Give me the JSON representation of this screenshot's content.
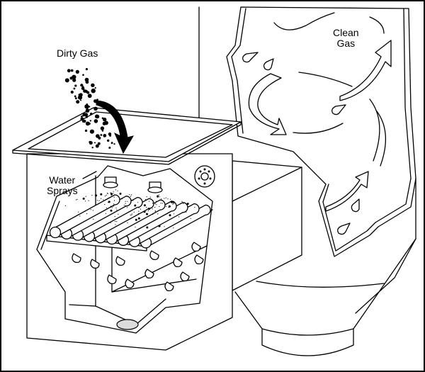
{
  "diagram": {
    "subject": "Wet scrubber with impingement tubes and cyclonic separator",
    "labels": {
      "dirty_gas": "Dirty Gas",
      "water_sprays_line1": "Water",
      "water_sprays_line2": "Sprays",
      "clean_gas_line1": "Clean",
      "clean_gas_line2": "Gas"
    },
    "components": [
      "dirty-gas-particles",
      "gas-inlet-arrow",
      "scrubber-housing",
      "inlet-hood",
      "spray-nozzles",
      "impingement-tube-bank",
      "water-droplets",
      "sump-drain",
      "inspection-flange",
      "connecting-duct",
      "cyclone-separator",
      "swirl-flow-arrows",
      "cyclone-hopper"
    ],
    "tube_count": 9,
    "spray_nozzle_count": 2,
    "colors": {
      "line": "#000000",
      "background": "#ffffff",
      "drain": "#dcdcdc"
    }
  }
}
